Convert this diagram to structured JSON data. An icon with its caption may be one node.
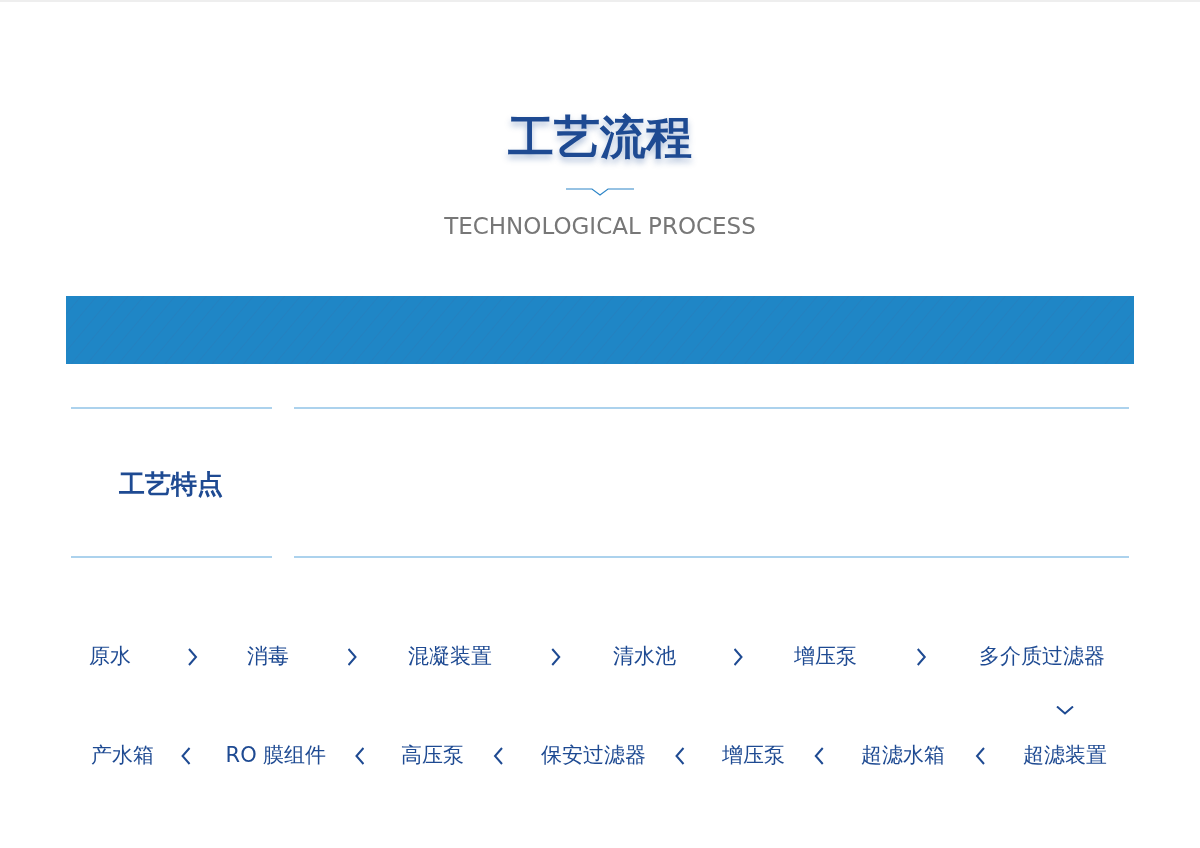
{
  "diagram": {
    "title": "工艺流程",
    "nodes": [
      {
        "text": [
          "原水"
        ]
      },
      {
        "text": [
          "消毒"
        ]
      },
      {
        "text": [
          "混凝装置"
        ]
      },
      {
        "text": [
          "清水池"
        ]
      },
      {
        "text": [
          "增压泵"
        ]
      },
      {
        "text": [
          "多介质过滤器"
        ]
      },
      {
        "text": [
          "产水箱"
        ]
      },
      {
        "text": [
          "RO 膜组件"
        ]
      },
      {
        "text": [
          "高压泵"
        ]
      },
      {
        "text": [
          "保安过滤器"
        ]
      },
      {
        "text": [
          "增压泵"
        ]
      },
      {
        "text": [
          "超滤水箱"
        ]
      },
      {
        "text": [
          "超滤装置"
        ]
      }
    ],
    "edges": [
      {
        "from": 0,
        "to": 1,
        "arrow": "to"
      },
      {
        "from": 1,
        "to": 2,
        "arrow": "to"
      },
      {
        "from": 2,
        "to": 3,
        "arrow": "to"
      },
      {
        "from": 3,
        "to": 4,
        "arrow": "to"
      },
      {
        "from": 4,
        "to": 5,
        "arrow": "to"
      },
      {
        "from": 5,
        "to": 12,
        "arrow": "to"
      },
      {
        "from": 12,
        "to": 11,
        "arrow": "to"
      },
      {
        "from": 11,
        "to": 10,
        "arrow": "to"
      },
      {
        "from": 10,
        "to": 9,
        "arrow": "to"
      },
      {
        "from": 9,
        "to": 8,
        "arrow": "to"
      },
      {
        "from": 8,
        "to": 7,
        "arrow": "to"
      },
      {
        "from": 7,
        "to": 6,
        "arrow": "to"
      }
    ],
    "labels": [
      "TECHNOLOGICAL PROCESS",
      "工艺特点"
    ]
  }
}
